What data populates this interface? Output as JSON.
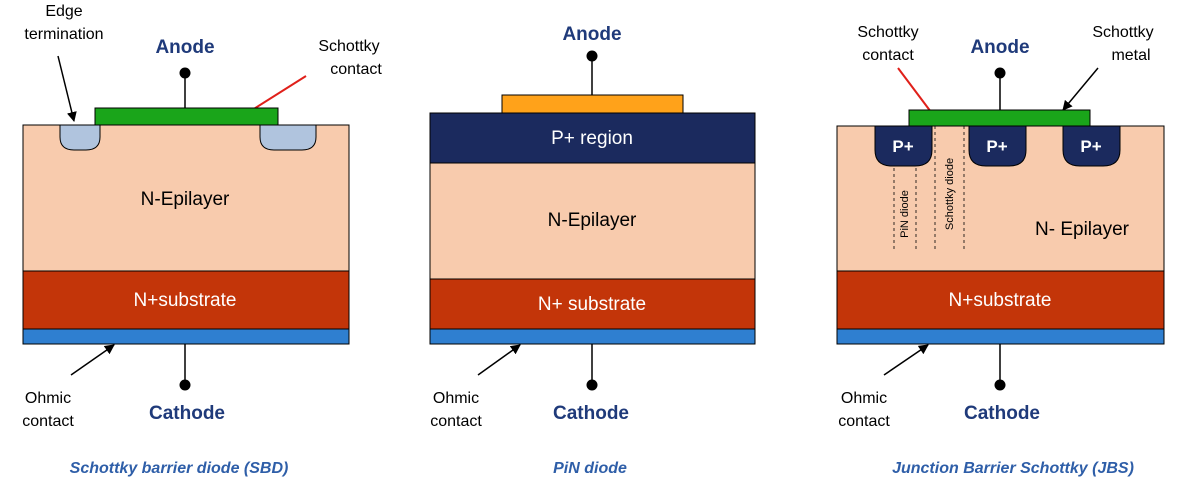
{
  "colors": {
    "epilayer": "#f8cbad",
    "substrate": "#c33509",
    "ohmic": "#2f7fd0",
    "schottky_metal": "#1aa51a",
    "p_region": "#1b2a5e",
    "pin_anode": "#ffa21a",
    "edge_term": "#b0c4de",
    "terminal_label": "#1f3a7a",
    "caption": "#2e5ea8",
    "arrow_red": "#e0201a"
  },
  "sbd": {
    "anode": "Anode",
    "cathode": "Cathode",
    "edge_termination": [
      "Edge",
      "termination"
    ],
    "schottky_contact": [
      "Schottky",
      "contact"
    ],
    "epilayer": "N-Epilayer",
    "substrate": "N+substrate",
    "ohmic_contact": [
      "Ohmic",
      "contact"
    ],
    "caption": "Schottky barrier diode (SBD)"
  },
  "pin": {
    "anode": "Anode",
    "cathode": "Cathode",
    "p_region": "P+ region",
    "epilayer": "N-Epilayer",
    "substrate": "N+ substrate",
    "ohmic_contact": [
      "Ohmic",
      "contact"
    ],
    "caption": "PiN diode"
  },
  "jbs": {
    "anode": "Anode",
    "cathode": "Cathode",
    "schottky_contact": [
      "Schottky",
      "contact"
    ],
    "schottky_metal": [
      "Schottky",
      "metal"
    ],
    "p_plus": [
      "P+",
      "P+",
      "P+"
    ],
    "pin_diode": "PiN diode",
    "schottky_diode": "Schottky diode",
    "epilayer": "N- Epilayer",
    "substrate": "N+substrate",
    "ohmic_contact": [
      "Ohmic",
      "contact"
    ],
    "caption": "Junction Barrier Schottky (JBS)"
  }
}
